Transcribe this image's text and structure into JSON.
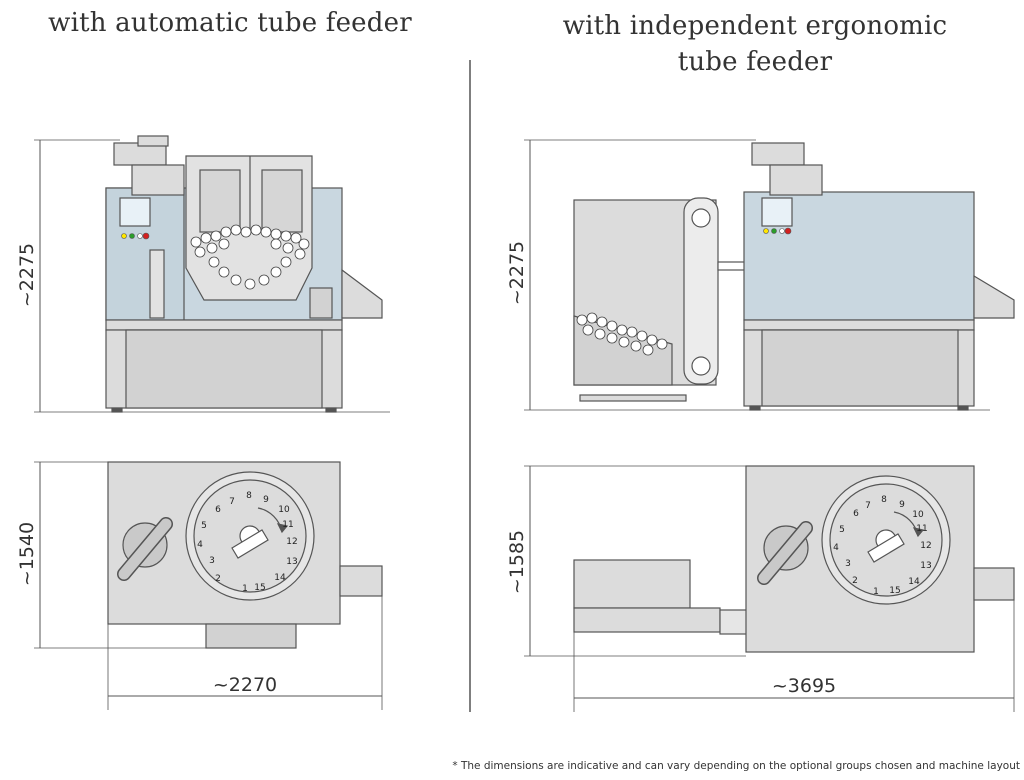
{
  "titles": {
    "left": "with automatic tube feeder",
    "right_line1": "with independent ergonomic",
    "right_line2": "tube feeder"
  },
  "dimensions": {
    "left_height": "~2275",
    "left_depth": "~1540",
    "left_width": "~2270",
    "right_height": "~2275",
    "right_depth": "~1585",
    "right_width": "~3695"
  },
  "turret_numbers": [
    "1",
    "2",
    "3",
    "4",
    "5",
    "6",
    "7",
    "8",
    "9",
    "10",
    "11",
    "12",
    "13",
    "14",
    "15"
  ],
  "footnote": "* The dimensions are indicative and can vary depending on the optional groups chosen and machine layout",
  "colors": {
    "machine_body": "#dcdcdc",
    "glass": "#c9d7e0",
    "line": "#555555",
    "screen": "#e8f1f7"
  }
}
